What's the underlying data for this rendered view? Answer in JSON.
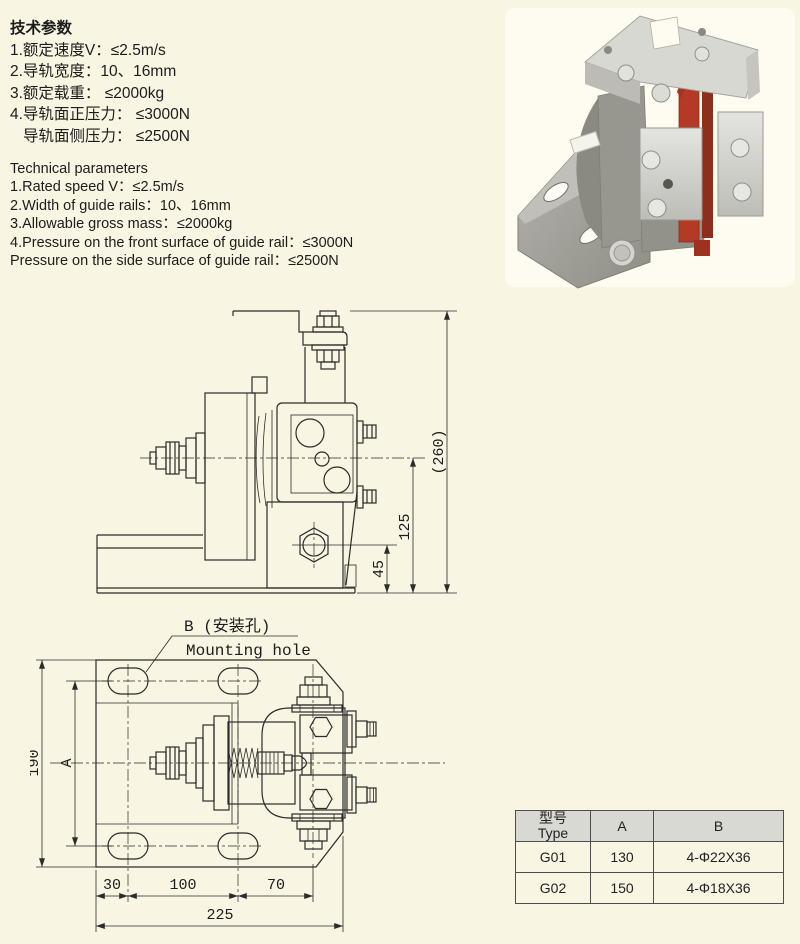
{
  "page": {
    "bg_color": "#f8f5e2",
    "line_color": "#2b2b2b",
    "accent_red": "#b43a26",
    "metal_gray": "#9c9b94",
    "metal_silver": "#d5d5d1",
    "table_header_bg": "#d9d9d4"
  },
  "specs_cn": {
    "title": "技术参数",
    "lines": [
      "1.额定速度V：≤2.5m/s",
      "2.导轨宽度：10、16mm",
      "3.额定载重： ≤2000kg",
      "4.导轨面正压力： ≤3000N",
      "导轨面侧压力： ≤2500N"
    ]
  },
  "specs_en": {
    "title": "Technical parameters",
    "lines": [
      "1.Rated speed V：≤2.5m/s",
      "2.Width of guide rails：10、16mm",
      "3.Allowable gross mass：≤2000kg",
      "4.Pressure on the front surface of guide rail：≤3000N",
      "Pressure on the side surface of guide rail：≤2500N"
    ]
  },
  "side_view": {
    "dim_overall_height": "(260)",
    "dim_center_height": "125",
    "dim_bolt_height": "45"
  },
  "plan_view": {
    "dim_plate_height": "190",
    "dim_hole_spacing": "A",
    "dim_left_offset": "30",
    "dim_hole_pitch": "100",
    "dim_right_offset": "70",
    "dim_overall_width": "225",
    "callout_line1": "B (安装孔)",
    "callout_line2": "Mounting hole"
  },
  "spec_table": {
    "header_type_cn": "型号",
    "header_type_en": "Type",
    "header_a": "A",
    "header_b": "B",
    "rows": [
      {
        "type": "G01",
        "a": "130",
        "b": "4-Φ22X36"
      },
      {
        "type": "G02",
        "a": "150",
        "b": "4-Φ18X36"
      }
    ]
  }
}
